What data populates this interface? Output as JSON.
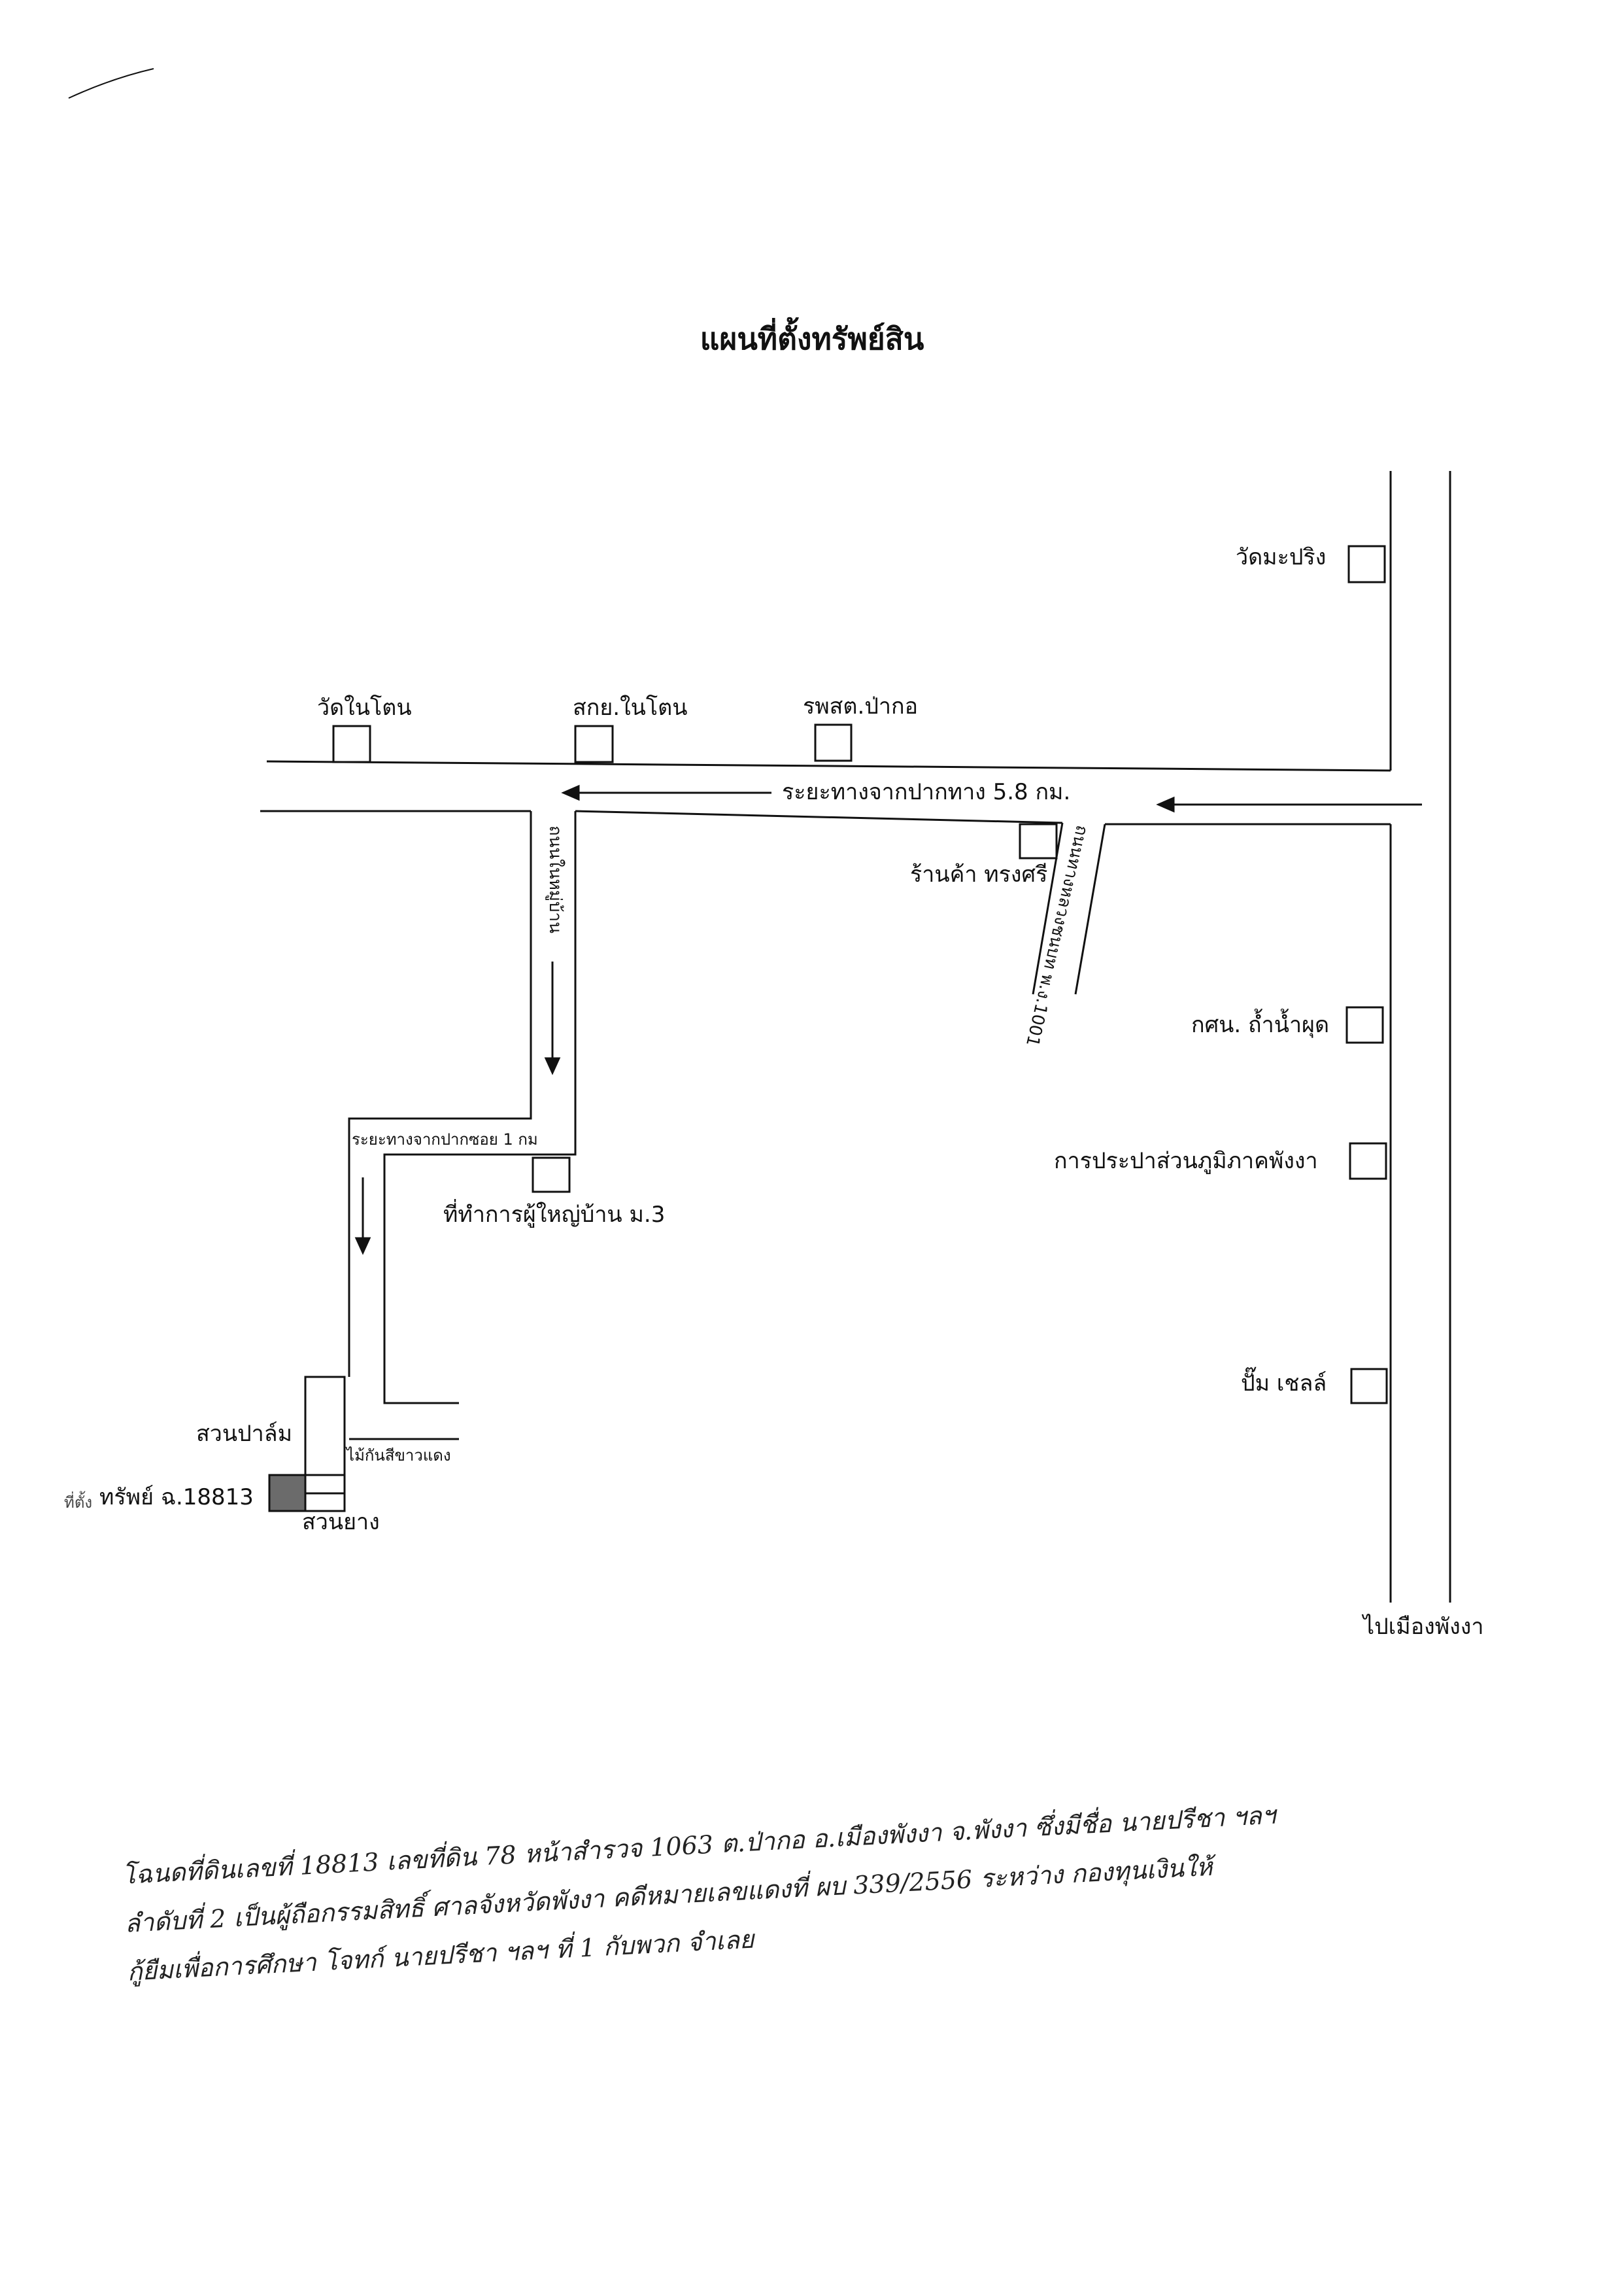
{
  "title": "แผนที่ตั้งทรัพย์สิน",
  "landmarks": {
    "wat_maprang": "วัดมะปริง",
    "wat_naiton": "วัดในโตน",
    "skoy_naiton": "สกย.ในโตน",
    "rpst_pakko": "รพสต.ป่ากอ",
    "shop_songsri": "ร้านค้า ทรงศรี",
    "ksn_tham_nam_phut": "กศน. ถ้ำน้ำผุด",
    "water_authority": "การประปาส่วนภูมิภาคพังงา",
    "village_headman_office": "ที่ทำการผู้ใหญ่บ้าน ม.3",
    "pump_shell": "ปั๊ม เชลล์"
  },
  "roads": {
    "main_distance": "ระยะทางจากปากทาง  5.8 กม.",
    "rural_road": "ถนนทางหลวงชนบท พ.ง.1001",
    "village_road": "ถนนในหมู่บ้าน",
    "soi_distance": "ระยะทางจากปากซอย 1 กม",
    "to_phangnga": "ไปเมืองพังงา"
  },
  "plot": {
    "palm_garden": "สวนปาล์ม",
    "fence": "ไม้กันสีขาวแดง",
    "property": "ทรัพย์ ฉ.18813",
    "property_prefix": "ที่ตั้ง",
    "rubber_garden": "สวนยาง"
  },
  "handwritten_note": [
    "โฉนดที่ดินเลขที่ 18813 เลขที่ดิน 78 หน้าสำรวจ 1063 ต.ป่ากอ อ.เมืองพังงา จ.พังงา ซึ่งมีชื่อ นายปรีชา ฯลฯ",
    "ลำดับที่ 2 เป็นผู้ถือกรรมสิทธิ์ ศาลจังหวัดพังงา คดีหมายเลขแดงที่ ผบ 339/2556 ระหว่าง กองทุนเงินให้",
    "กู้ยืมเพื่อการศึกษา โจทก์ นายปรีชา ฯลฯ ที่ 1 กับพวก จำเลย"
  ],
  "colors": {
    "ink": "#111111",
    "property_fill": "#6b6b6b"
  }
}
